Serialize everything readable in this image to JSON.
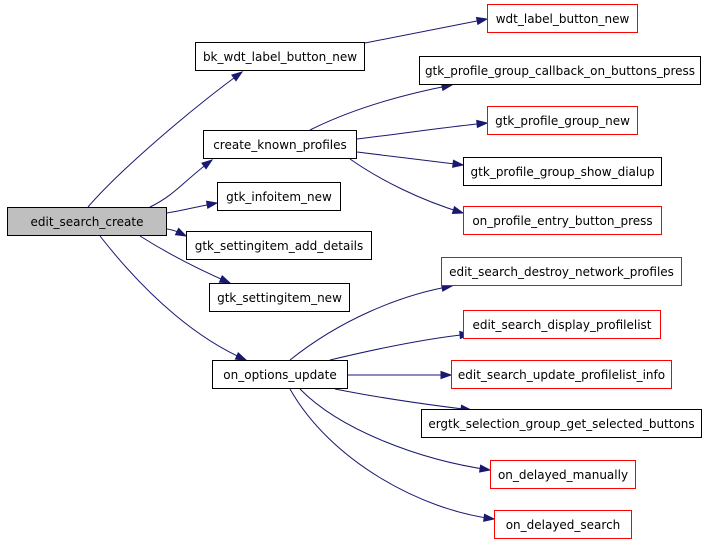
{
  "graph": {
    "nodes": [
      {
        "id": "edit_search_create",
        "label": "edit_search_create",
        "style": "root"
      },
      {
        "id": "bk_wdt_label_button_new",
        "label": "bk_wdt_label_button_new",
        "style": "black"
      },
      {
        "id": "wdt_label_button_new",
        "label": "wdt_label_button_new",
        "style": "red"
      },
      {
        "id": "create_known_profiles",
        "label": "create_known_profiles",
        "style": "black"
      },
      {
        "id": "gtk_profile_group_callback_on_buttons_press",
        "label": "gtk_profile_group_callback_on_buttons_press",
        "style": "black"
      },
      {
        "id": "gtk_profile_group_new",
        "label": "gtk_profile_group_new",
        "style": "red"
      },
      {
        "id": "gtk_profile_group_show_dialup",
        "label": "gtk_profile_group_show_dialup",
        "style": "black"
      },
      {
        "id": "on_profile_entry_button_press",
        "label": "on_profile_entry_button_press",
        "style": "red"
      },
      {
        "id": "gtk_infoitem_new",
        "label": "gtk_infoitem_new",
        "style": "black"
      },
      {
        "id": "gtk_settingitem_add_details",
        "label": "gtk_settingitem_add_details",
        "style": "black"
      },
      {
        "id": "gtk_settingitem_new",
        "label": "gtk_settingitem_new",
        "style": "black"
      },
      {
        "id": "on_options_update",
        "label": "on_options_update",
        "style": "black"
      },
      {
        "id": "edit_search_destroy_network_profiles",
        "label": "edit_search_destroy_network_profiles",
        "style": "red"
      },
      {
        "id": "edit_search_display_profilelist",
        "label": "edit_search_display_profilelist",
        "style": "red"
      },
      {
        "id": "edit_search_update_profilelist_info",
        "label": "edit_search_update_profilelist_info",
        "style": "red"
      },
      {
        "id": "ergtk_selection_group_get_selected_buttons",
        "label": "ergtk_selection_group_get_selected_buttons",
        "style": "black"
      },
      {
        "id": "on_delayed_manually",
        "label": "on_delayed_manually",
        "style": "red"
      },
      {
        "id": "on_delayed_search",
        "label": "on_delayed_search",
        "style": "red"
      }
    ],
    "edges": [
      [
        "edit_search_create",
        "bk_wdt_label_button_new"
      ],
      [
        "edit_search_create",
        "create_known_profiles"
      ],
      [
        "edit_search_create",
        "gtk_infoitem_new"
      ],
      [
        "edit_search_create",
        "gtk_settingitem_add_details"
      ],
      [
        "edit_search_create",
        "gtk_settingitem_new"
      ],
      [
        "edit_search_create",
        "on_options_update"
      ],
      [
        "bk_wdt_label_button_new",
        "wdt_label_button_new"
      ],
      [
        "create_known_profiles",
        "gtk_profile_group_callback_on_buttons_press"
      ],
      [
        "create_known_profiles",
        "gtk_profile_group_new"
      ],
      [
        "create_known_profiles",
        "gtk_profile_group_show_dialup"
      ],
      [
        "create_known_profiles",
        "on_profile_entry_button_press"
      ],
      [
        "on_options_update",
        "edit_search_destroy_network_profiles"
      ],
      [
        "on_options_update",
        "edit_search_display_profilelist"
      ],
      [
        "on_options_update",
        "edit_search_update_profilelist_info"
      ],
      [
        "on_options_update",
        "ergtk_selection_group_get_selected_buttons"
      ],
      [
        "on_options_update",
        "on_delayed_manually"
      ],
      [
        "on_options_update",
        "on_delayed_search"
      ]
    ]
  },
  "colors": {
    "edge": "#191970",
    "node_border_normal": "#000000",
    "node_border_missing": "#ff0000",
    "root_fill": "#bfbfbf"
  }
}
